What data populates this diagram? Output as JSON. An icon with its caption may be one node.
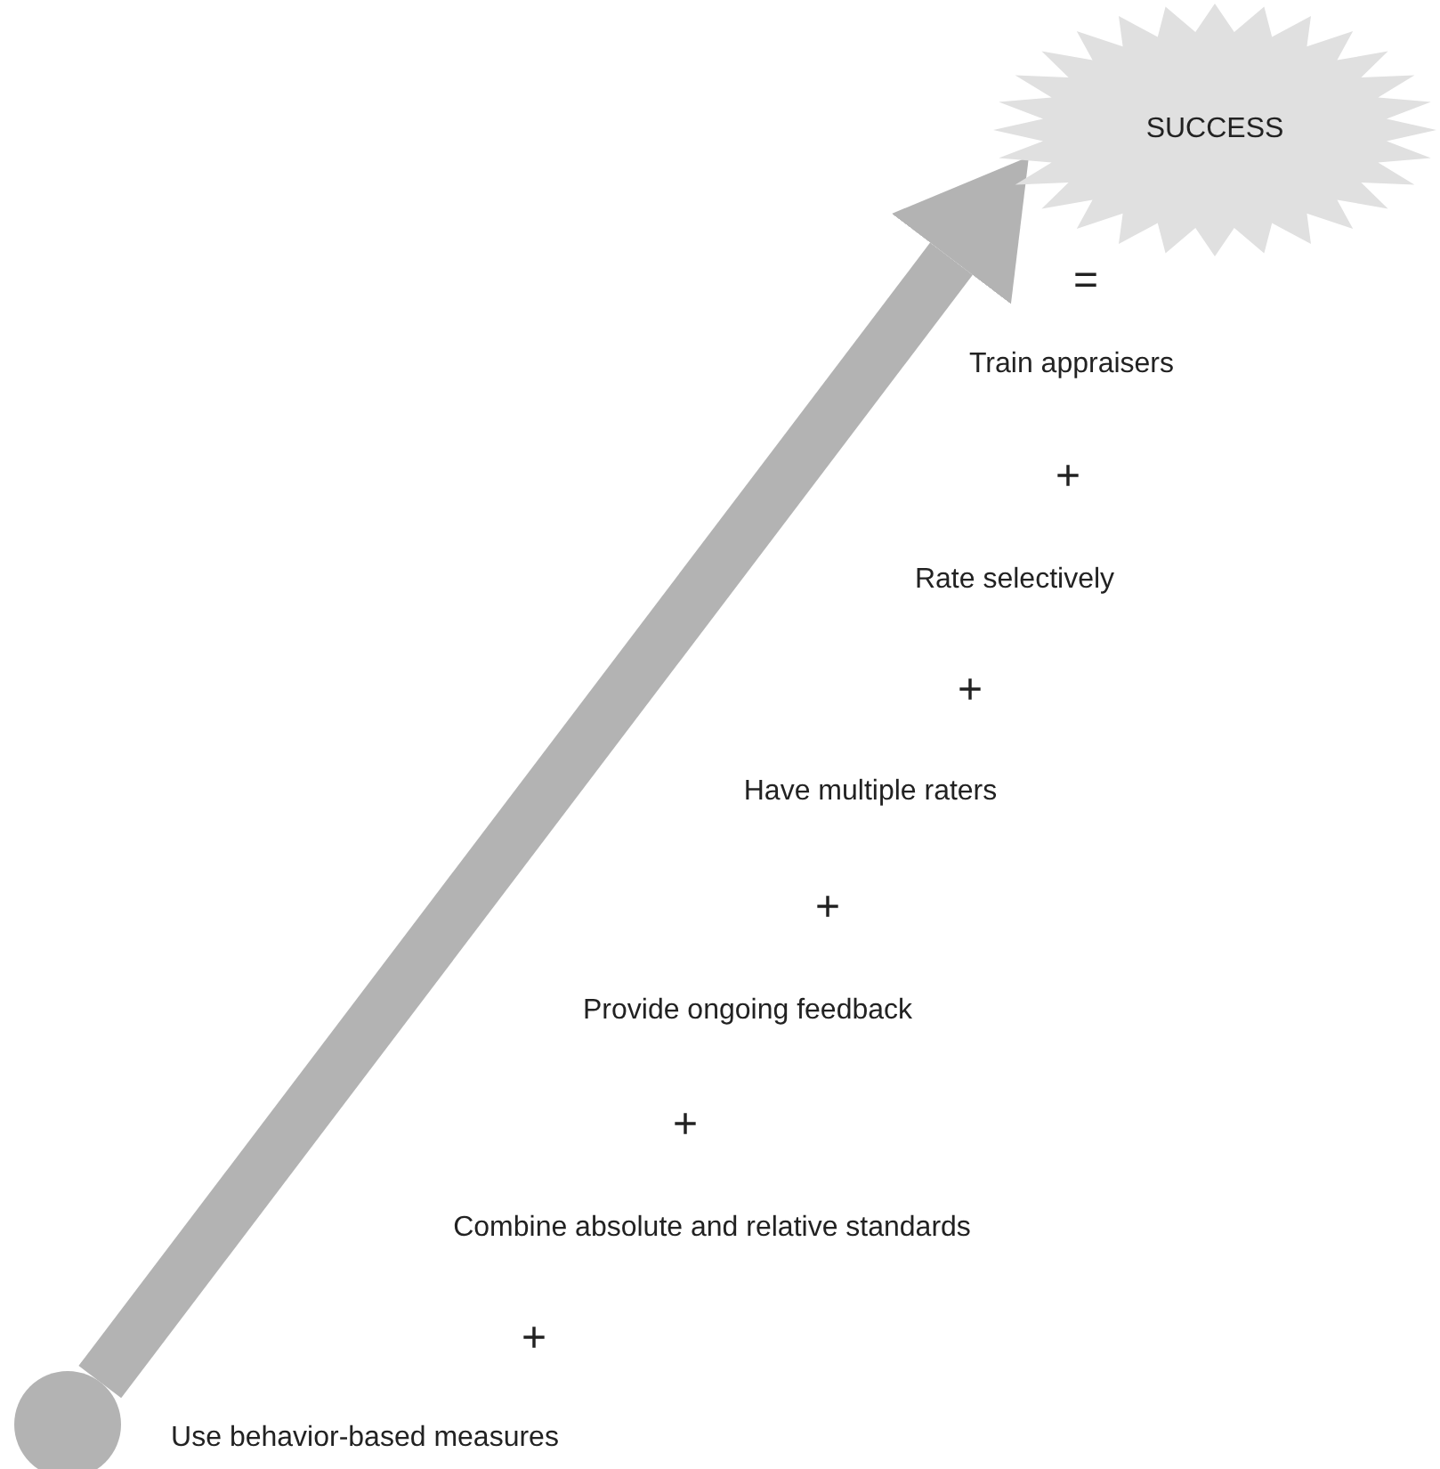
{
  "diagram": {
    "nodes": [
      {
        "text": [
          "SUCCESS"
        ]
      },
      {
        "text": [],
        "shape": "circle"
      }
    ],
    "edges": [
      {
        "from": 1,
        "to": 0,
        "arrow": "to"
      }
    ],
    "labels": [
      "=",
      "Train appraisers",
      "+",
      "Rate selectively",
      "+",
      "Have multiple raters",
      "+",
      "Provide ongoing feedback",
      "+",
      "Combine absolute and relative standards",
      "+",
      "Use behavior-based measures"
    ]
  }
}
